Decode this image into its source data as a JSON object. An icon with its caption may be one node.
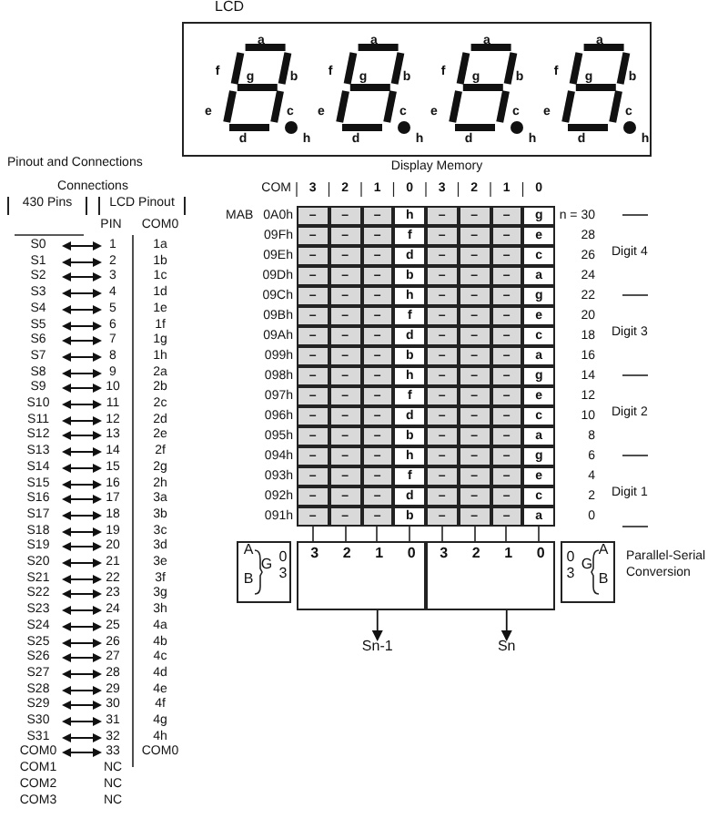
{
  "diagram": {
    "nodes": [
      {
        "text": [
          "LCD",
          "a",
          "f",
          "g",
          "b",
          "e",
          "c",
          "d",
          "h",
          "a",
          "f",
          "g",
          "b",
          "e",
          "c",
          "d",
          "h",
          "a",
          "f",
          "g",
          "b",
          "e",
          "c",
          "d",
          "h",
          "a",
          "f",
          "g",
          "b",
          "e",
          "c",
          "d",
          "h"
        ]
      },
      {
        "text": [
          "3",
          "2",
          "1",
          "0"
        ]
      },
      {
        "text": [
          "3",
          "2",
          "1",
          "0"
        ]
      },
      {
        "text": [
          "A",
          "B",
          "G",
          "0",
          "3"
        ]
      },
      {
        "text": [
          "0",
          "3",
          "G",
          "A",
          "B"
        ]
      },
      {
        "text": [
          "Sn-1"
        ]
      },
      {
        "text": [
          "Sn"
        ]
      }
    ],
    "edges": [
      {
        "from": 1,
        "to": 5,
        "arrow": "to"
      },
      {
        "from": 2,
        "to": 6,
        "arrow": "to"
      }
    ],
    "labels": [
      "Pinout and Connections",
      "Connections",
      "430 Pins",
      "LCD Pinout",
      "PIN",
      "COM0",
      "S0",
      "1",
      "1a",
      "S1",
      "2",
      "1b",
      "S2",
      "3",
      "1c",
      "S3",
      "4",
      "1d",
      "S4",
      "5",
      "1e",
      "S5",
      "6",
      "1f",
      "S6",
      "7",
      "1g",
      "S7",
      "8",
      "1h",
      "S8",
      "9",
      "2a",
      "S9",
      "10",
      "2b",
      "S10",
      "11",
      "2c",
      "S11",
      "12",
      "2d",
      "S12",
      "13",
      "2e",
      "S13",
      "14",
      "2f",
      "S14",
      "15",
      "2g",
      "S15",
      "16",
      "2h",
      "S16",
      "17",
      "3a",
      "S17",
      "18",
      "3b",
      "S18",
      "19",
      "3c",
      "S19",
      "20",
      "3d",
      "S20",
      "21",
      "3e",
      "S21",
      "22",
      "3f",
      "S22",
      "23",
      "3g",
      "S23",
      "24",
      "3h",
      "S24",
      "25",
      "4a",
      "S25",
      "26",
      "4b",
      "S26",
      "27",
      "4c",
      "S27",
      "28",
      "4d",
      "S28",
      "29",
      "4e",
      "S29",
      "30",
      "4f",
      "S30",
      "31",
      "4g",
      "S31",
      "32",
      "4h",
      "COM0",
      "33",
      "COM0",
      "COM1",
      "NC",
      "COM2",
      "NC",
      "COM3",
      "NC",
      "Display Memory",
      "COM",
      "3",
      "2",
      "1",
      "0",
      "3",
      "2",
      "1",
      "0",
      "MAB",
      "0A0h",
      "–",
      "–",
      "–",
      "h",
      "–",
      "–",
      "–",
      "g",
      "n = 30",
      "09Fh",
      "–",
      "–",
      "–",
      "f",
      "–",
      "–",
      "–",
      "e",
      "28",
      "09Eh",
      "–",
      "–",
      "–",
      "d",
      "–",
      "–",
      "–",
      "c",
      "26",
      "Digit 4",
      "09Dh",
      "–",
      "–",
      "–",
      "b",
      "–",
      "–",
      "–",
      "a",
      "24",
      "09Ch",
      "–",
      "–",
      "–",
      "h",
      "–",
      "–",
      "–",
      "g",
      "22",
      "09Bh",
      "–",
      "–",
      "–",
      "f",
      "–",
      "–",
      "–",
      "e",
      "20",
      "09Ah",
      "–",
      "–",
      "–",
      "d",
      "–",
      "–",
      "–",
      "c",
      "18",
      "Digit 3",
      "099h",
      "–",
      "–",
      "–",
      "b",
      "–",
      "–",
      "–",
      "a",
      "16",
      "098h",
      "–",
      "–",
      "–",
      "h",
      "–",
      "–",
      "–",
      "g",
      "14",
      "097h",
      "–",
      "–",
      "–",
      "f",
      "–",
      "–",
      "–",
      "e",
      "12",
      "096h",
      "–",
      "–",
      "–",
      "d",
      "–",
      "–",
      "–",
      "c",
      "10",
      "Digit 2",
      "095h",
      "–",
      "–",
      "–",
      "b",
      "–",
      "–",
      "–",
      "a",
      "8",
      "094h",
      "–",
      "–",
      "–",
      "h",
      "–",
      "–",
      "–",
      "g",
      "6",
      "093h",
      "–",
      "–",
      "–",
      "f",
      "–",
      "–",
      "–",
      "e",
      "4",
      "092h",
      "–",
      "–",
      "–",
      "d",
      "–",
      "–",
      "–",
      "c",
      "2",
      "Digit 1",
      "091h",
      "–",
      "–",
      "–",
      "b",
      "–",
      "–",
      "–",
      "a",
      "0",
      "Parallel-Serial Conversion"
    ]
  }
}
